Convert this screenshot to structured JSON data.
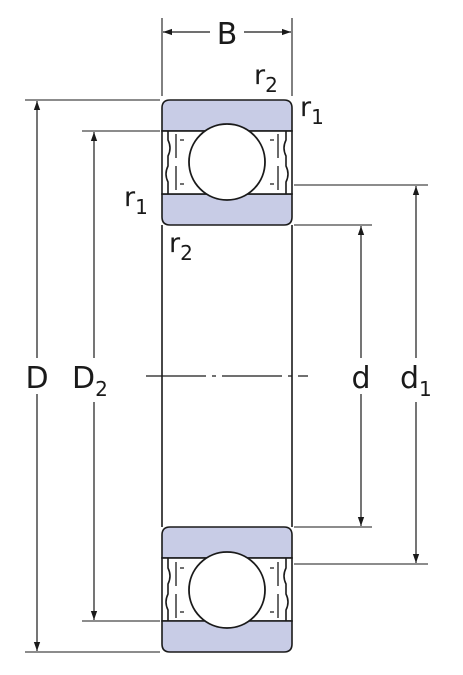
{
  "colors": {
    "ring_fill": "#c8cce6",
    "outline": "#1a1a1a",
    "ball_fill": "#ffffff",
    "background": "#ffffff"
  },
  "labels": {
    "width": "B",
    "outer_diameter": "D",
    "shoulder_outer": {
      "base": "D",
      "sub": "2"
    },
    "bore": "d",
    "shoulder_inner": {
      "base": "d",
      "sub": "1"
    },
    "chamfer_top_right": [
      {
        "base": "r",
        "sub": "2"
      },
      {
        "base": "r",
        "sub": "1"
      }
    ],
    "chamfer_left": [
      {
        "base": "r",
        "sub": "1"
      },
      {
        "base": "r",
        "sub": "2"
      }
    ]
  }
}
